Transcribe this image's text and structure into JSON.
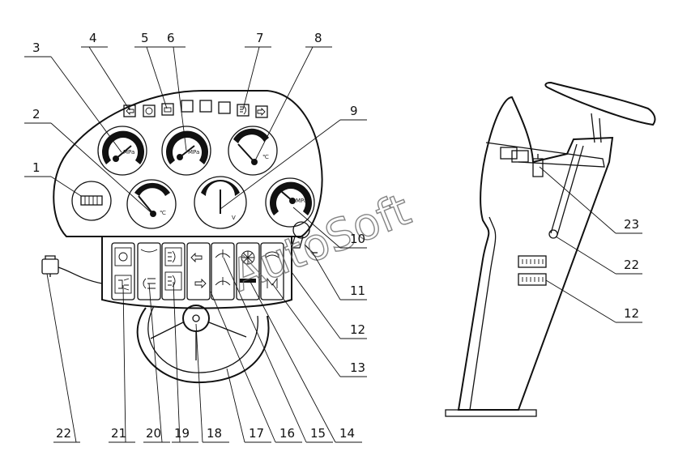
{
  "watermark": "AutoSoft",
  "gauges": {
    "g1_unit": "MPa",
    "g2_unit": "MPa",
    "g3_unit": "℃",
    "g4_unit": "℃",
    "g5_unit": "V",
    "g6_unit": "MPa"
  },
  "callouts": [
    {
      "id": "c1",
      "label": "1"
    },
    {
      "id": "c2",
      "label": "2"
    },
    {
      "id": "c3",
      "label": "3"
    },
    {
      "id": "c4",
      "label": "4"
    },
    {
      "id": "c5",
      "label": "5"
    },
    {
      "id": "c6",
      "label": "6"
    },
    {
      "id": "c7",
      "label": "7"
    },
    {
      "id": "c8",
      "label": "8"
    },
    {
      "id": "c9",
      "label": "9"
    },
    {
      "id": "c10",
      "label": "10"
    },
    {
      "id": "c11",
      "label": "11"
    },
    {
      "id": "c12a",
      "label": "12"
    },
    {
      "id": "c13",
      "label": "13"
    },
    {
      "id": "c14",
      "label": "14"
    },
    {
      "id": "c15",
      "label": "15"
    },
    {
      "id": "c16",
      "label": "16"
    },
    {
      "id": "c17",
      "label": "17"
    },
    {
      "id": "c18",
      "label": "18"
    },
    {
      "id": "c19",
      "label": "19"
    },
    {
      "id": "c20",
      "label": "20"
    },
    {
      "id": "c21",
      "label": "21"
    },
    {
      "id": "c22a",
      "label": "22"
    },
    {
      "id": "c23",
      "label": "23"
    },
    {
      "id": "c22b",
      "label": "22"
    },
    {
      "id": "c12b",
      "label": "12"
    }
  ]
}
